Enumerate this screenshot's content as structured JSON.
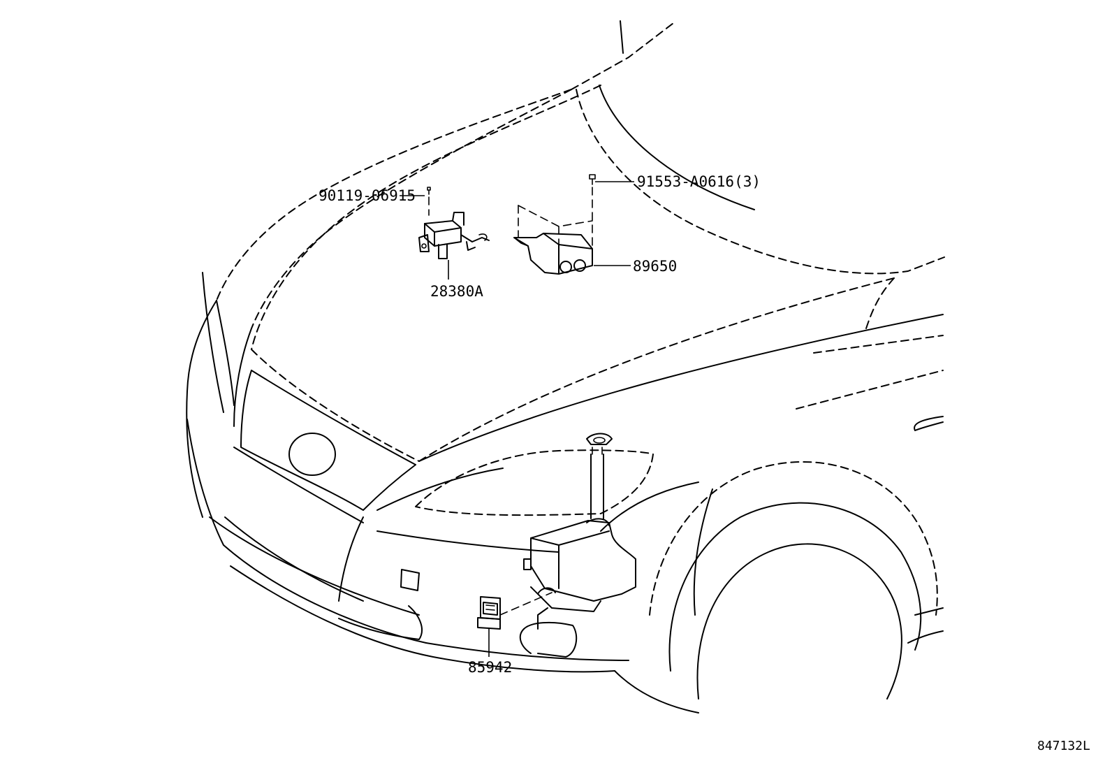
{
  "diagram": {
    "parts": [
      {
        "id": "p1",
        "number": "90119-06915"
      },
      {
        "id": "p2",
        "number": "91553-A0616(3)"
      },
      {
        "id": "p3",
        "number": "28380A"
      },
      {
        "id": "p4",
        "number": "89650"
      },
      {
        "id": "p5",
        "number": "85942"
      }
    ],
    "reference_code": "847132L"
  }
}
